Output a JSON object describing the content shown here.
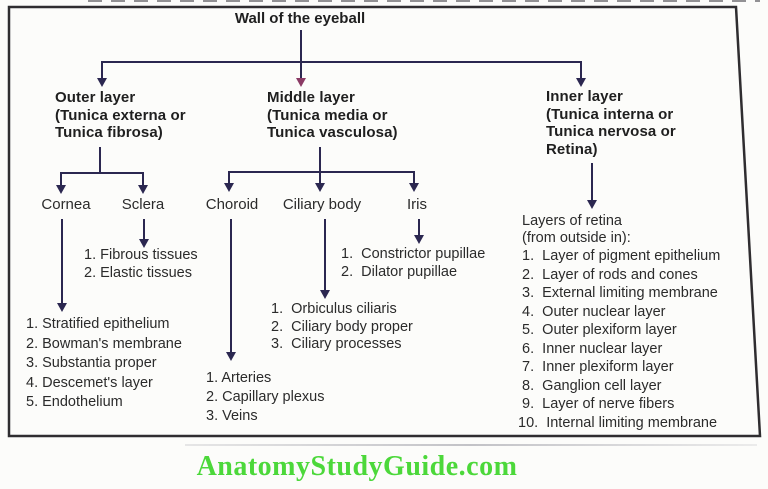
{
  "colors": {
    "background": "#fcfcfa",
    "border": "#2f2d30",
    "text": "#2b2b2b",
    "line": "#2b2750",
    "line_accent": "#8a3a64",
    "watermark_green": "#4cd83a"
  },
  "page": {
    "watermark": "AnatomyStudyGuide.com"
  },
  "diagram": {
    "root": {
      "label": "Wall of the eyeball"
    },
    "outer": {
      "title": "Outer layer\n(Tunica externa or\nTunica fibrosa)",
      "cornea": {
        "label": "Cornea",
        "items": [
          "1. Stratified epithelium",
          "2. Bowman's membrane",
          "3. Substantia proper",
          "4. Descemet's layer",
          "5. Endothelium"
        ]
      },
      "sclera": {
        "label": "Sclera",
        "items": [
          "1. Fibrous tissues",
          "2. Elastic tissues"
        ]
      }
    },
    "middle": {
      "title": "Middle layer\n(Tunica media or\nTunica vasculosa)",
      "choroid": {
        "label": "Choroid",
        "items": [
          "1. Arteries",
          "2. Capillary plexus",
          "3. Veins"
        ]
      },
      "ciliary_body": {
        "label": "Ciliary body",
        "items": [
          "1.  Orbiculus ciliaris",
          "2.  Ciliary body proper",
          "3.  Ciliary processes"
        ]
      },
      "iris": {
        "label": "Iris",
        "items": [
          "1.  Constrictor pupillae",
          "2.  Dilator pupillae"
        ]
      }
    },
    "inner": {
      "title": "Inner layer\n(Tunica interna or\nTunica nervosa or\nRetina)",
      "retina": {
        "heading": "Layers of retina\n(from outside in):",
        "items": [
          " 1.  Layer of pigment epithelium",
          " 2.  Layer of rods and cones",
          " 3.  External limiting membrane",
          " 4.  Outer nuclear layer",
          " 5.  Outer plexiform layer",
          " 6.  Inner nuclear layer",
          " 7.  Inner plexiform layer",
          " 8.  Ganglion cell layer",
          " 9.  Layer of nerve fibers",
          "10.  Internal limiting membrane"
        ]
      }
    }
  }
}
